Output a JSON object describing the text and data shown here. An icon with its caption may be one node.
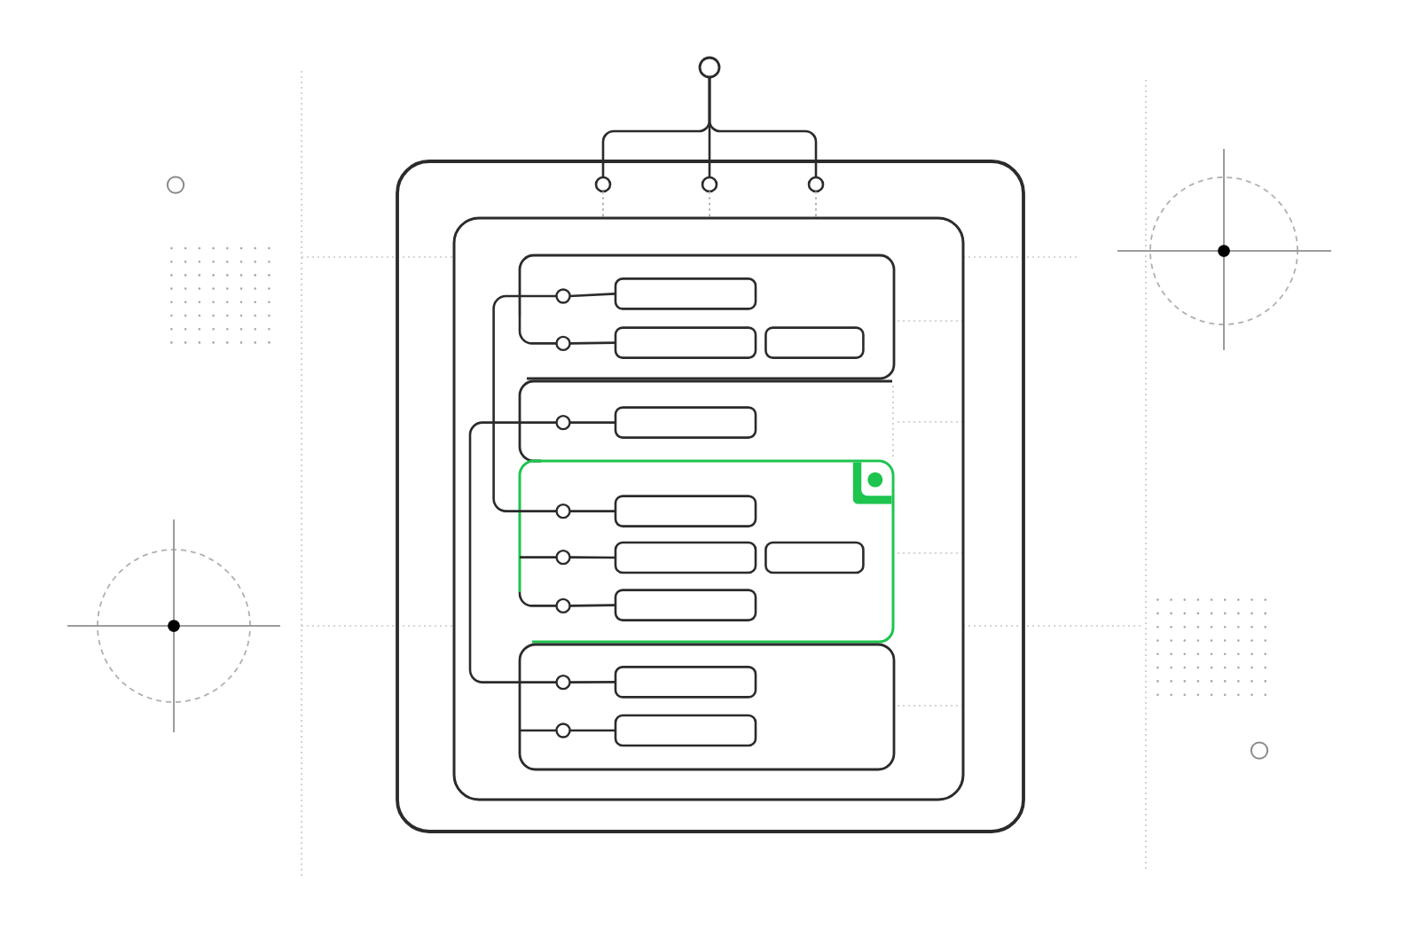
{
  "diagram": {
    "nodes": [
      {
        "text": [],
        "shape": "circle"
      },
      {
        "text": [],
        "shape": "box"
      },
      {
        "text": [],
        "shape": "circle",
        "in": 1
      },
      {
        "text": [],
        "shape": "circle",
        "in": 1
      },
      {
        "text": [],
        "shape": "circle",
        "in": 1
      },
      {
        "text": [],
        "shape": "box",
        "in": 1
      },
      {
        "text": [],
        "shape": "box",
        "in": 5
      },
      {
        "text": [],
        "shape": "circle",
        "in": 6
      },
      {
        "text": [],
        "shape": "box",
        "in": 6
      },
      {
        "text": [],
        "shape": "circle",
        "in": 6
      },
      {
        "text": [],
        "shape": "box",
        "in": 6
      },
      {
        "text": [],
        "shape": "box",
        "in": 6
      },
      {
        "text": [],
        "shape": "box",
        "in": 5
      },
      {
        "text": [],
        "shape": "circle",
        "in": 12
      },
      {
        "text": [],
        "shape": "box",
        "in": 12
      },
      {
        "text": [],
        "shape": "box",
        "in": 5
      },
      {
        "text": [],
        "shape": "circle",
        "in": 15
      },
      {
        "text": [],
        "shape": "box",
        "in": 15
      },
      {
        "text": [],
        "shape": "circle",
        "in": 15
      },
      {
        "text": [],
        "shape": "box",
        "in": 15
      },
      {
        "text": [],
        "shape": "box",
        "in": 15
      },
      {
        "text": [],
        "shape": "circle",
        "in": 15
      },
      {
        "text": [],
        "shape": "box",
        "in": 15
      },
      {
        "text": [],
        "shape": "box",
        "in": 5
      },
      {
        "text": [],
        "shape": "circle",
        "in": 23
      },
      {
        "text": [],
        "shape": "box",
        "in": 23
      },
      {
        "text": [],
        "shape": "circle",
        "in": 23
      },
      {
        "text": [],
        "shape": "box",
        "in": 23
      }
    ],
    "edges": [
      {
        "from": 0,
        "to": 2,
        "arrow": "none"
      },
      {
        "from": 0,
        "to": 3,
        "arrow": "none"
      },
      {
        "from": 0,
        "to": 4,
        "arrow": "none"
      },
      {
        "from": 2,
        "to": 5,
        "arrow": "none",
        "style": "dashed",
        "color": "#b0b0b0"
      },
      {
        "from": 3,
        "to": 5,
        "arrow": "none",
        "style": "dashed",
        "color": "#b0b0b0"
      },
      {
        "from": 4,
        "to": 5,
        "arrow": "none",
        "style": "dashed",
        "color": "#b0b0b0"
      },
      {
        "from": 7,
        "to": 8,
        "arrow": "none"
      },
      {
        "from": 6,
        "to": 9,
        "arrow": "none"
      },
      {
        "from": 9,
        "to": 10,
        "arrow": "none"
      },
      {
        "from": 7,
        "to": 16,
        "arrow": "none"
      },
      {
        "from": 13,
        "to": 14,
        "arrow": "none"
      },
      {
        "from": 13,
        "to": 24,
        "arrow": "none"
      },
      {
        "from": 16,
        "to": 17,
        "arrow": "none"
      },
      {
        "from": 15,
        "to": 18,
        "arrow": "none"
      },
      {
        "from": 18,
        "to": 19,
        "arrow": "none"
      },
      {
        "from": 15,
        "to": 21,
        "arrow": "none"
      },
      {
        "from": 21,
        "to": 22,
        "arrow": "none"
      },
      {
        "from": 24,
        "to": 25,
        "arrow": "none"
      },
      {
        "from": 23,
        "to": 26,
        "arrow": "none"
      },
      {
        "from": 26,
        "to": 27,
        "arrow": "none"
      }
    ]
  }
}
